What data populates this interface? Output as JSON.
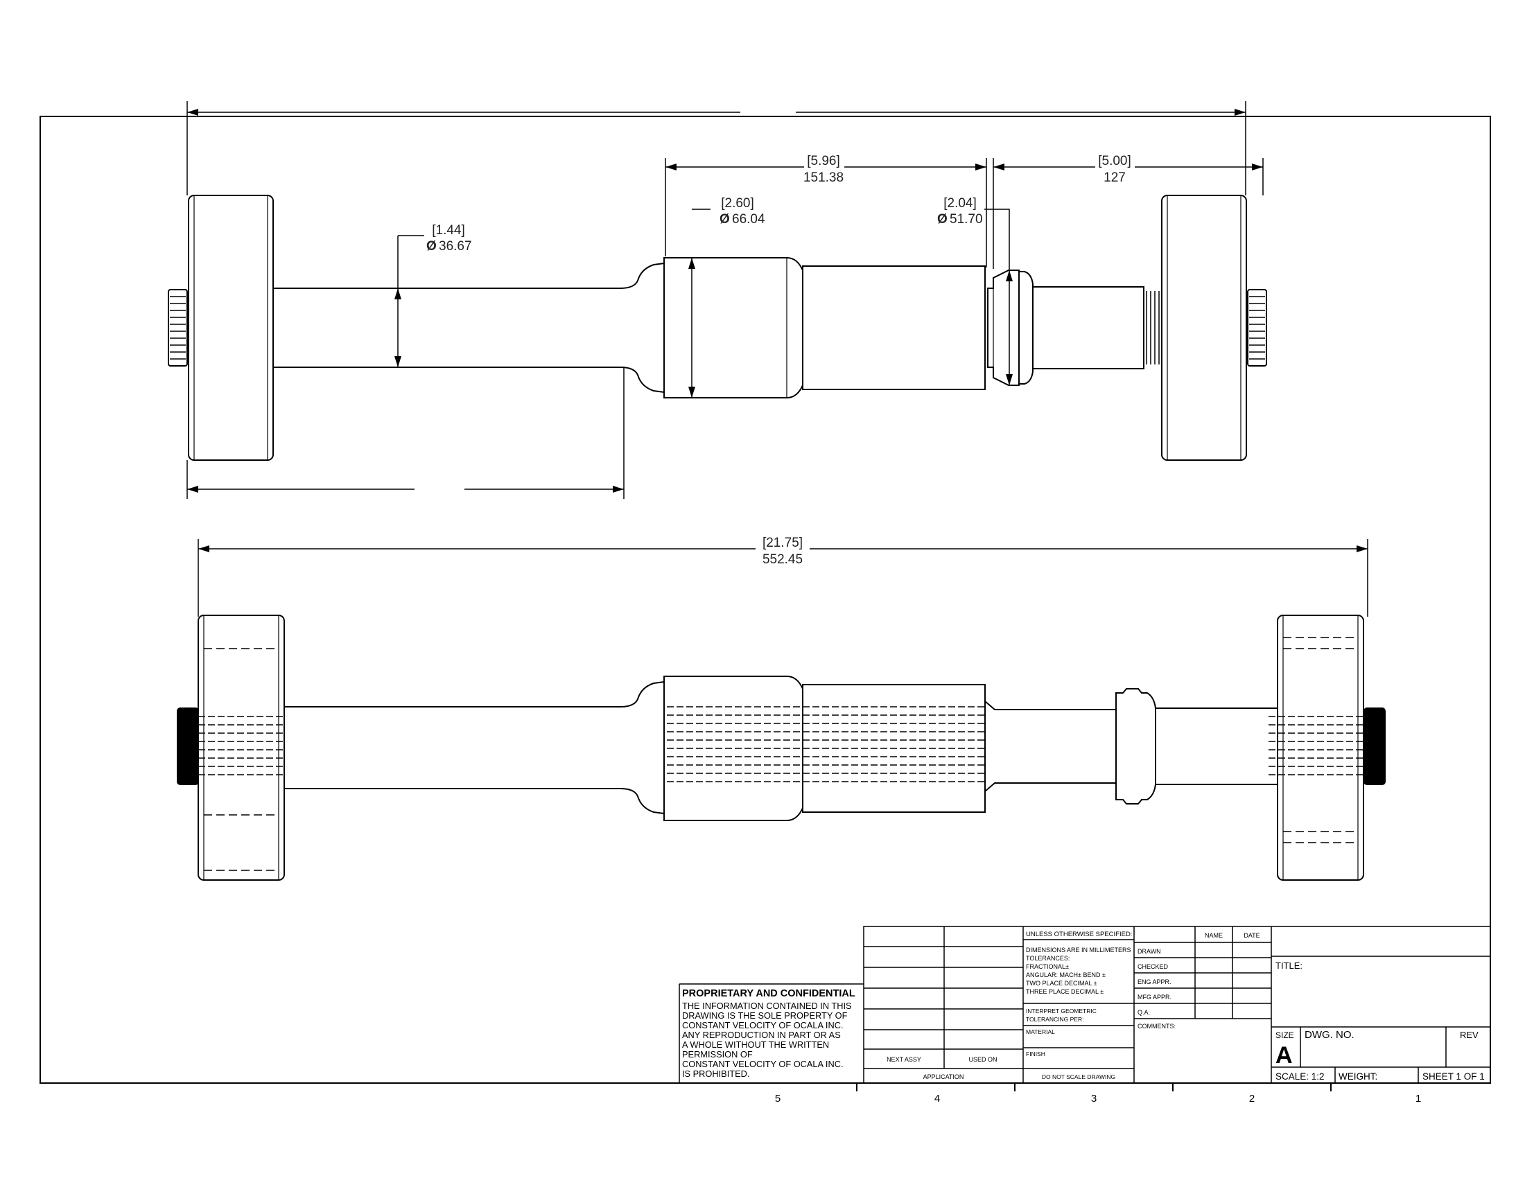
{
  "dimensions": {
    "d_596": {
      "in": "[5.96]",
      "mm": "151.38"
    },
    "d_500": {
      "in": "[5.00]",
      "mm": "127"
    },
    "d_260": {
      "in": "[2.60]",
      "mm": "66.04"
    },
    "d_204": {
      "in": "[2.04]",
      "mm": "51.70"
    },
    "d_144": {
      "in": "[1.44]",
      "mm": "36.67"
    },
    "d_2175": {
      "in": "[21.75]",
      "mm": "552.45"
    },
    "diameter_symbol": "Ø"
  },
  "confidential": {
    "heading": "PROPRIETARY AND CONFIDENTIAL",
    "lines": [
      "THE INFORMATION CONTAINED IN THIS",
      "DRAWING IS THE SOLE PROPERTY OF",
      "CONSTANT VELOCITY OF OCALA INC.",
      "ANY REPRODUCTION IN PART OR AS",
      "A WHOLE WITHOUT THE WRITTEN",
      "PERMISSION OF",
      "CONSTANT VELOCITY OF OCALA INC.",
      "IS PROHIBITED."
    ]
  },
  "application": {
    "next_assy": "NEXT ASSY",
    "used_on": "USED ON",
    "label": "APPLICATION"
  },
  "specs": {
    "unless": "UNLESS OTHERWISE SPECIFIED:",
    "dims": "DIMENSIONS ARE IN MILLIMETERS",
    "tolerances": "TOLERANCES:",
    "fractional": "FRACTIONAL±",
    "angular": "ANGULAR: MACH±    BEND ±",
    "two_place": "TWO PLACE DECIMAL    ±",
    "three_place": "THREE PLACE DECIMAL  ±",
    "interpret": "INTERPRET GEOMETRIC",
    "tolerancing": "TOLERANCING PER:",
    "material": "MATERIAL",
    "finish": "FINISH",
    "do_not_scale": "DO NOT SCALE DRAWING"
  },
  "signoff": {
    "name": "NAME",
    "date": "DATE",
    "rows": [
      "DRAWN",
      "CHECKED",
      "ENG APPR.",
      "MFG APPR.",
      "Q.A."
    ],
    "comments": "COMMENTS:"
  },
  "title_block": {
    "title": "TITLE:",
    "size_label": "SIZE",
    "size": "A",
    "dwg_no": "DWG.  NO.",
    "rev": "REV",
    "scale": "SCALE: 1:2",
    "weight": "WEIGHT:",
    "sheet": "SHEET 1 OF 1"
  },
  "zones": [
    "5",
    "4",
    "3",
    "2",
    "1"
  ]
}
